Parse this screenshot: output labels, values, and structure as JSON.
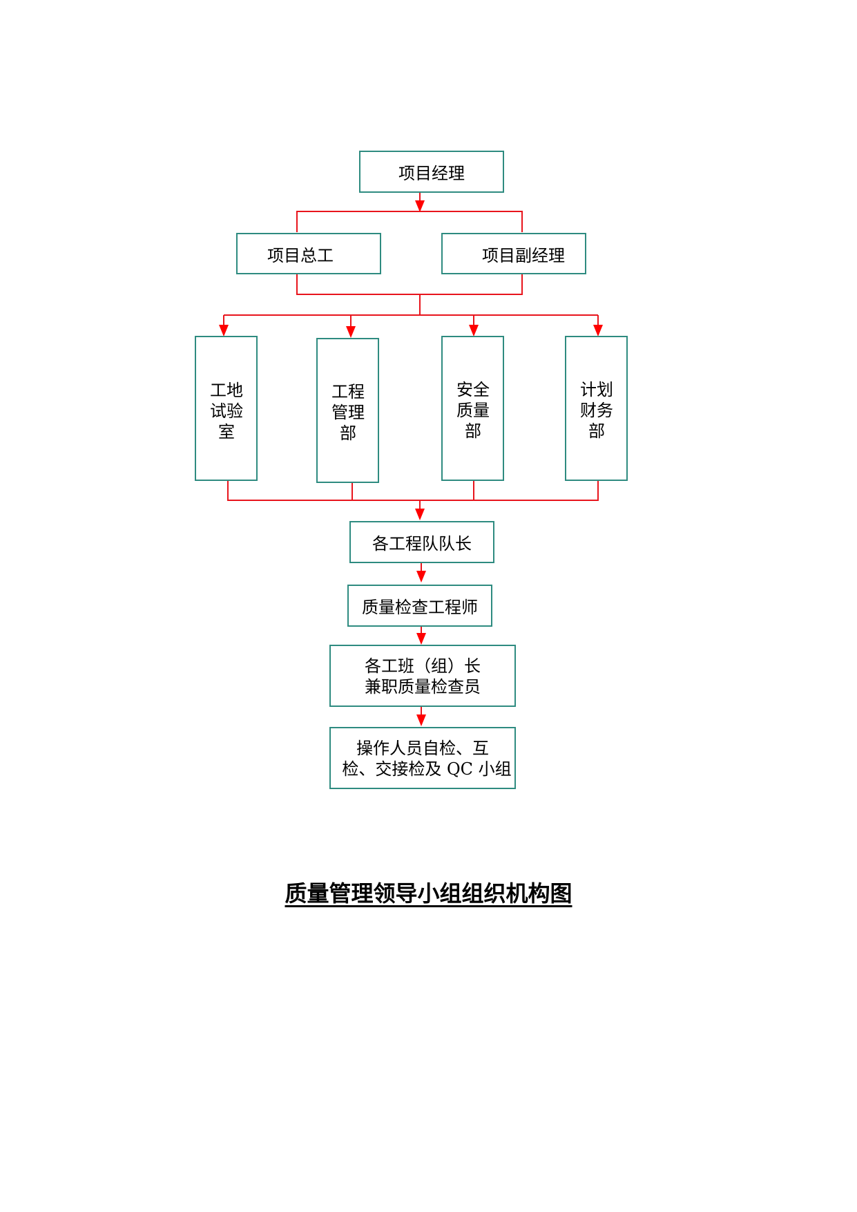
{
  "diagram": {
    "nodes": {
      "pm": [
        "项目经理"
      ],
      "chief_engineer": [
        "项目总工"
      ],
      "deputy_pm": [
        "项目副经理"
      ],
      "lab": [
        "工地",
        "试验",
        "室"
      ],
      "engineering_dept": [
        "工程",
        "管理",
        "部"
      ],
      "safety_quality_dept": [
        "安全",
        "质量",
        "部"
      ],
      "finance_dept": [
        "计划",
        "财务",
        "部"
      ],
      "team_leaders": [
        "各工程队队长"
      ],
      "qc_engineer": [
        "质量检查工程师"
      ],
      "group_leaders": [
        "各工班（组）长",
        "兼职质量检查员"
      ],
      "operators": [
        "操作人员自检、互",
        "检、交接检及 QC 小组"
      ]
    },
    "colors": {
      "box_border": "#2e8b80",
      "connector": "#e8141c",
      "arrow": "#ff0000"
    }
  },
  "caption": "质量管理领导小组组织机构图"
}
